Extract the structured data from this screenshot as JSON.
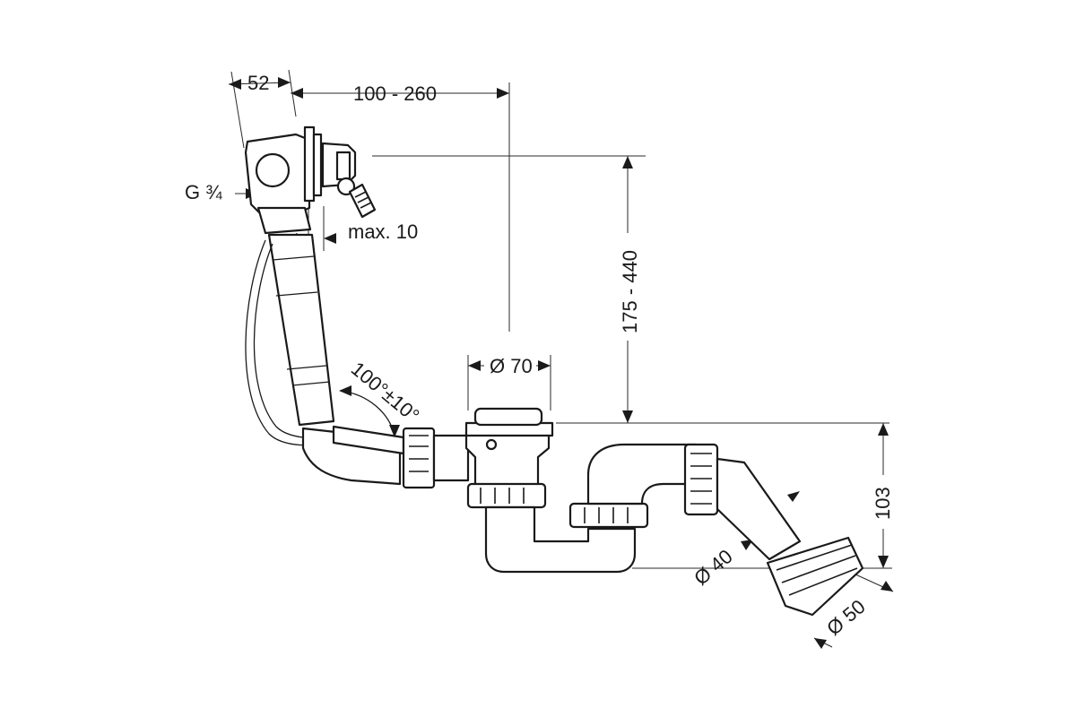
{
  "dimensions": {
    "width_overflow": "52",
    "offset_range": "100 - 260",
    "thread": "G ¾",
    "max_thickness": "max. 10",
    "height_range": "175 - 440",
    "drain_diameter": "Ø 70",
    "angle": "100°±10°",
    "trap_height": "103",
    "pipe_inner": "Ø 40",
    "pipe_outer": "Ø 50"
  },
  "colors": {
    "line": "#1a1a1a",
    "background": "#ffffff"
  }
}
